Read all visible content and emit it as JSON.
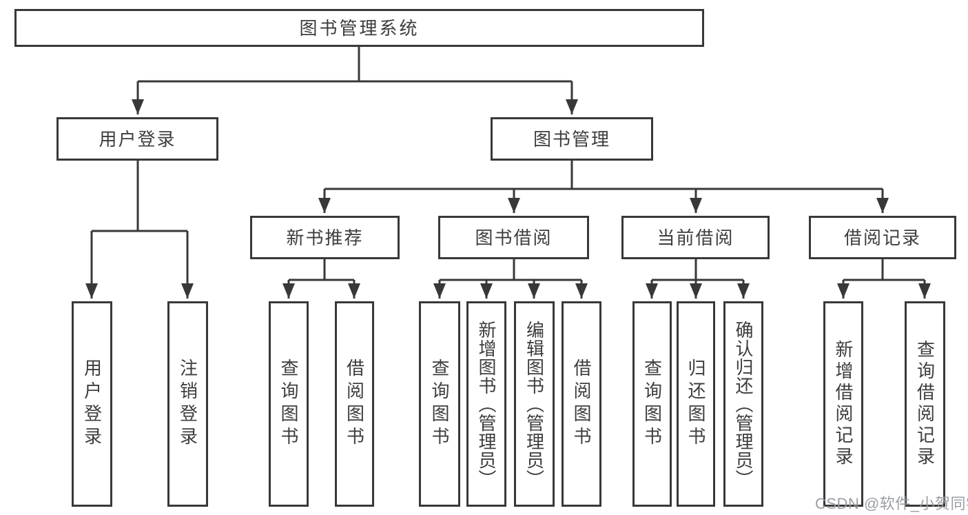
{
  "title": "图书管理系统",
  "watermark": "CSDN @软件_小贺同学",
  "colors": {
    "line": "#383838",
    "box_border": "#383838",
    "text": "#3d3d3d",
    "watermark": "#9599a0",
    "background": "#ffffff"
  },
  "tree": {
    "label": "图书管理系统",
    "children": [
      {
        "label": "用户登录",
        "children": [
          {
            "label": "用户登录"
          },
          {
            "label": "注销登录"
          }
        ]
      },
      {
        "label": "图书管理",
        "children": [
          {
            "label": "新书推荐",
            "children": [
              {
                "label": "查询图书"
              },
              {
                "label": "借阅图书"
              }
            ]
          },
          {
            "label": "图书借阅",
            "children": [
              {
                "label": "查询图书"
              },
              {
                "label": "新增图书（管理员）"
              },
              {
                "label": "编辑图书（管理员）"
              },
              {
                "label": "借阅图书"
              }
            ]
          },
          {
            "label": "当前借阅",
            "children": [
              {
                "label": "查询图书"
              },
              {
                "label": "归还图书"
              },
              {
                "label": "确认归还（管理员）"
              }
            ]
          },
          {
            "label": "借阅记录",
            "children": [
              {
                "label": "新增借阅记录"
              },
              {
                "label": "查询借阅记录"
              }
            ]
          }
        ]
      }
    ]
  }
}
